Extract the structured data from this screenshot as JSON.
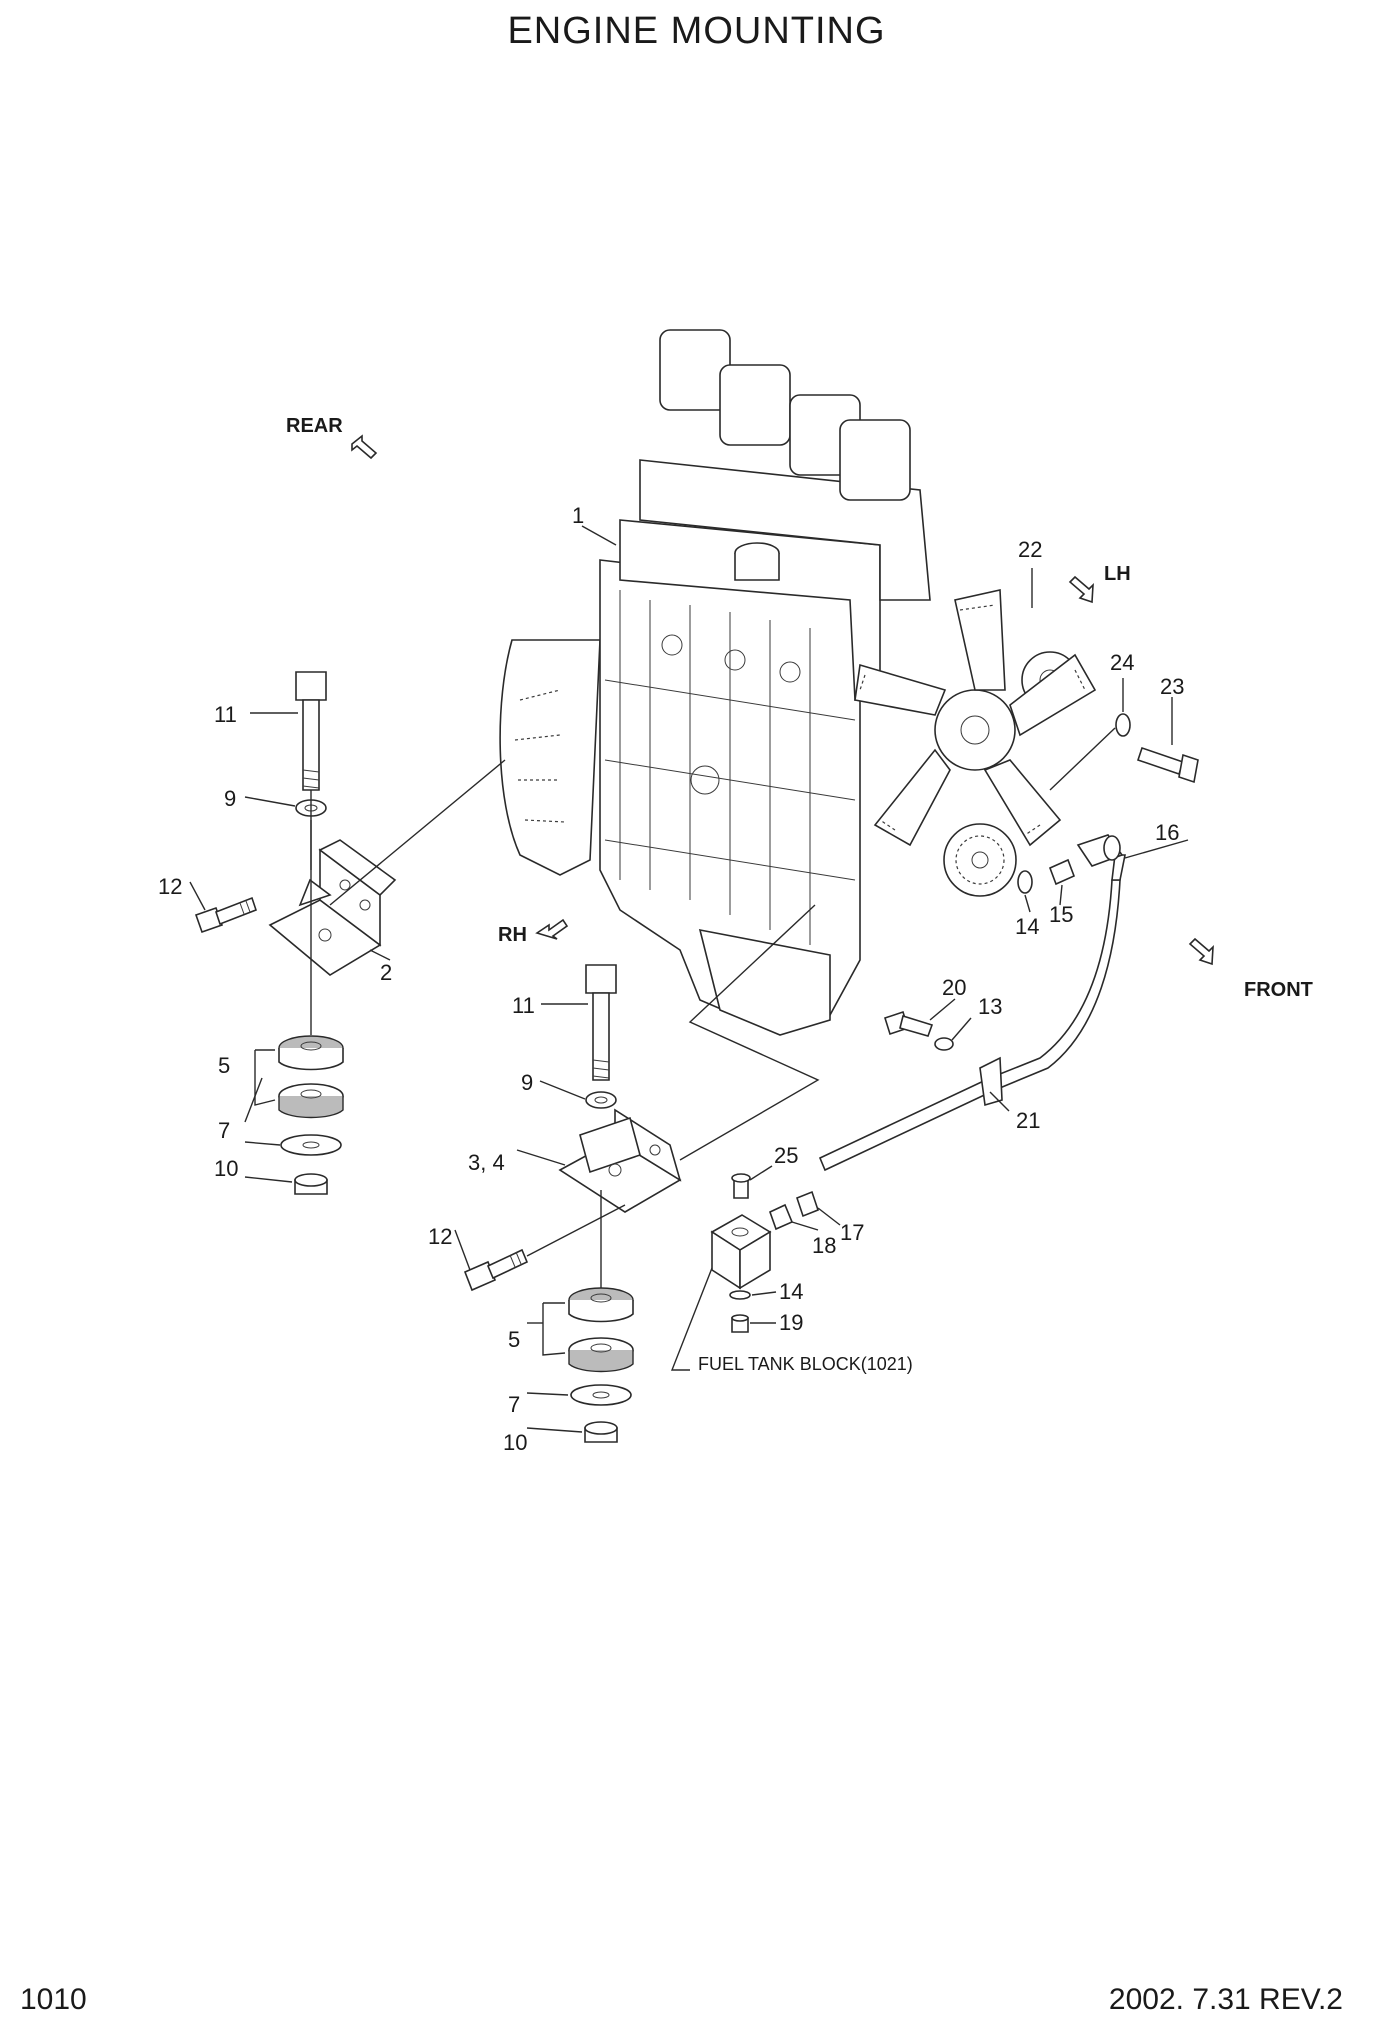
{
  "title": "ENGINE MOUNTING",
  "footer": {
    "page_number": "1010",
    "revision": "2002. 7.31  REV.2"
  },
  "direction_labels": {
    "rear": "REAR",
    "lh": "LH",
    "rh": "RH",
    "front": "FRONT"
  },
  "note": "FUEL TANK BLOCK(1021)",
  "callouts": {
    "c1": "1",
    "c2": "2",
    "c34": "3, 4",
    "c5a": "5",
    "c5b": "5",
    "c7a": "7",
    "c7b": "7",
    "c9a": "9",
    "c9b": "9",
    "c10a": "10",
    "c10b": "10",
    "c11a": "11",
    "c11b": "11",
    "c12a": "12",
    "c12b": "12",
    "c13": "13",
    "c14a": "14",
    "c14b": "14",
    "c15": "15",
    "c16": "16",
    "c17": "17",
    "c18": "18",
    "c19": "19",
    "c20": "20",
    "c21": "21",
    "c22": "22",
    "c23": "23",
    "c24": "24",
    "c25": "25"
  }
}
